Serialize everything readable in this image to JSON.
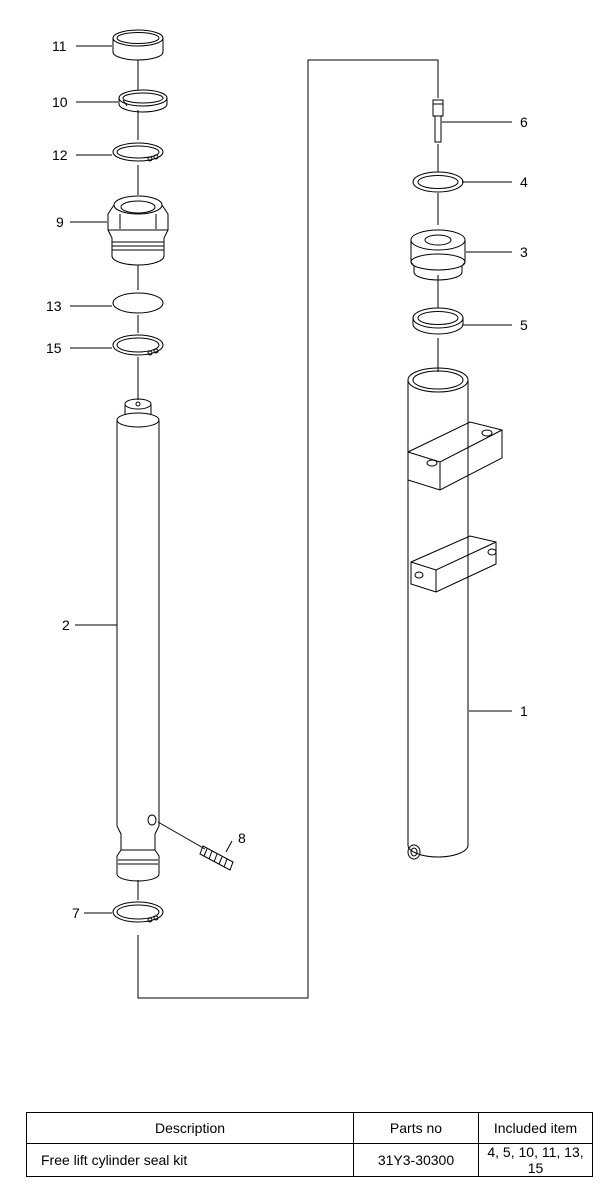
{
  "callouts": {
    "c1": "1",
    "c2": "2",
    "c3": "3",
    "c4": "4",
    "c5": "5",
    "c6": "6",
    "c7": "7",
    "c8": "8",
    "c9": "9",
    "c10": "10",
    "c11": "11",
    "c12": "12",
    "c13": "13",
    "c15": "15"
  },
  "table": {
    "headers": [
      "Description",
      "Parts no",
      "Included item"
    ],
    "row": {
      "description": "Free lift cylinder seal kit",
      "parts_no": "31Y3-30300",
      "included": "4, 5, 10, 11, 13, 15"
    }
  }
}
